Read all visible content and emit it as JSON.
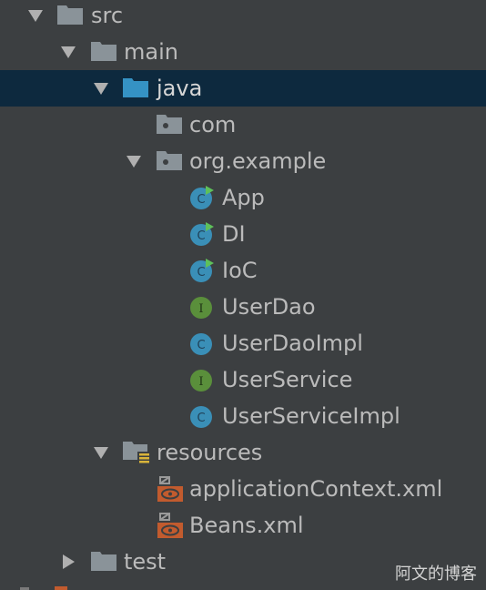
{
  "tree": {
    "rows": [
      {
        "label": "src",
        "type": "folder",
        "expanded": true
      },
      {
        "label": "main",
        "type": "folder",
        "expanded": true
      },
      {
        "label": "java",
        "type": "source-folder",
        "expanded": true,
        "selected": true
      },
      {
        "label": "com",
        "type": "package"
      },
      {
        "label": "org.example",
        "type": "package",
        "expanded": true
      },
      {
        "label": "App",
        "type": "class-runnable"
      },
      {
        "label": "DI",
        "type": "class-runnable"
      },
      {
        "label": "IoC",
        "type": "class-runnable"
      },
      {
        "label": "UserDao",
        "type": "interface"
      },
      {
        "label": "UserDaoImpl",
        "type": "class"
      },
      {
        "label": "UserService",
        "type": "interface"
      },
      {
        "label": "UserServiceImpl",
        "type": "class"
      },
      {
        "label": "resources",
        "type": "resources-folder",
        "expanded": true
      },
      {
        "label": "applicationContext.xml",
        "type": "xml-file"
      },
      {
        "label": "Beans.xml",
        "type": "xml-file"
      },
      {
        "label": "test",
        "type": "folder",
        "expanded": false
      }
    ]
  },
  "watermark": "阿文的博客",
  "colors": {
    "background": "#3c3f41",
    "selection": "#0d293e",
    "text": "#bbbbbb",
    "folder": "#8a9399",
    "source_folder": "#3592c4",
    "class": "#3a8fb7",
    "interface": "#5a8f3b",
    "run_badge": "#5ec05a",
    "xml": "#c25b2e"
  }
}
